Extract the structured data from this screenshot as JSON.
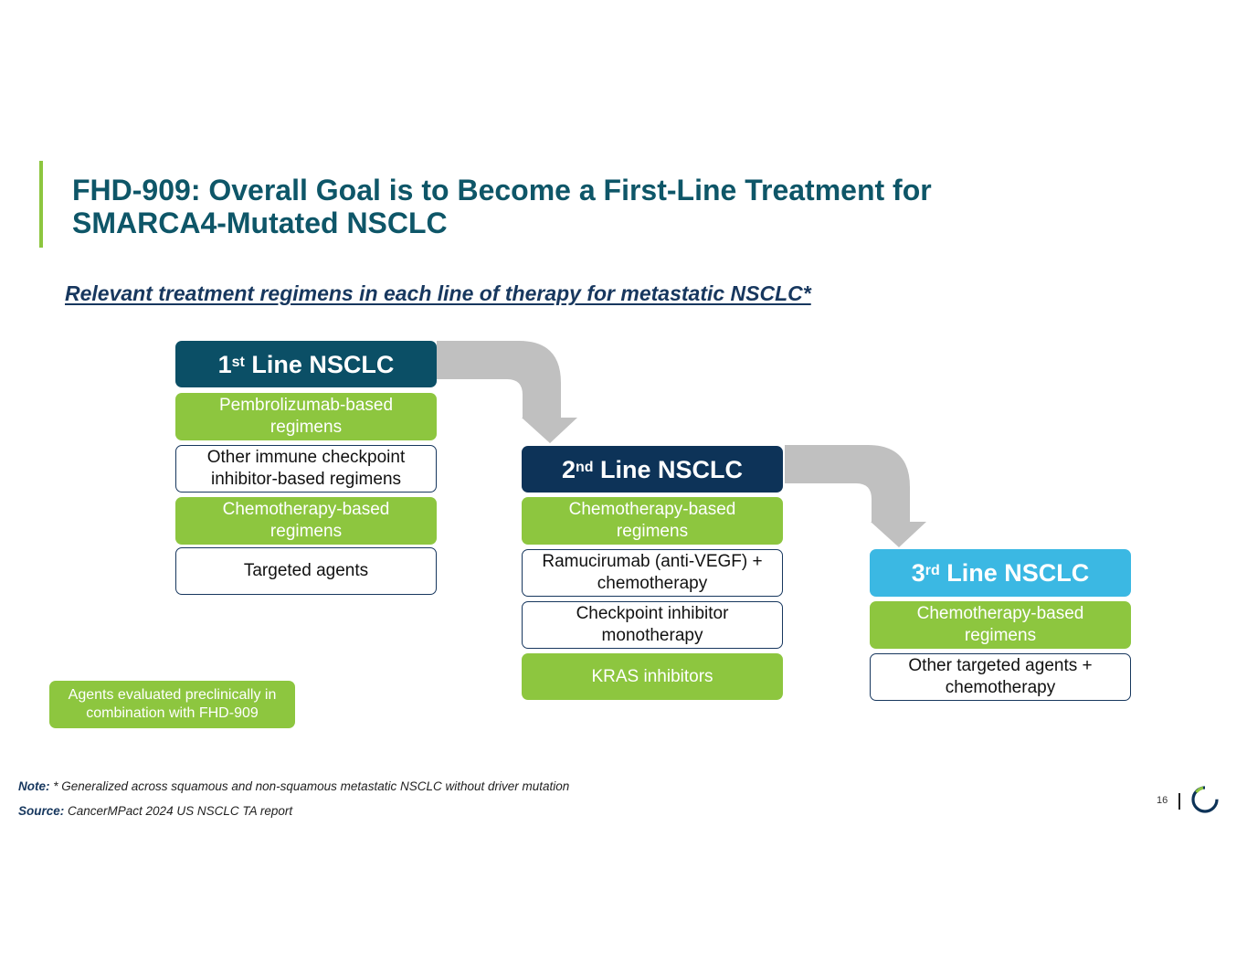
{
  "slide": {
    "title": "FHD-909: Overall Goal is to Become a First-Line Treatment for SMARCA4-Mutated NSCLC",
    "subtitle": "Relevant treatment regimens in each line of therapy for metastatic NSCLC*",
    "page_number": "16"
  },
  "lines": [
    {
      "ordinal": "1",
      "suffix": "st",
      "label": " Line NSCLC",
      "items": [
        {
          "text": "Pembrolizumab-based regimens",
          "style": "green"
        },
        {
          "text": "Other immune checkpoint inhibitor-based regimens",
          "style": "outline"
        },
        {
          "text": "Chemotherapy-based regimens",
          "style": "green"
        },
        {
          "text": "Targeted agents",
          "style": "outline"
        }
      ]
    },
    {
      "ordinal": "2",
      "suffix": "nd",
      "label": " Line NSCLC",
      "items": [
        {
          "text": "Chemotherapy-based regimens",
          "style": "green"
        },
        {
          "text": "Ramucirumab (anti-VEGF) + chemotherapy",
          "style": "outline"
        },
        {
          "text": "Checkpoint inhibitor monotherapy",
          "style": "outline"
        },
        {
          "text": "KRAS inhibitors",
          "style": "green"
        }
      ]
    },
    {
      "ordinal": "3",
      "suffix": "rd",
      "label": " Line NSCLC",
      "items": [
        {
          "text": "Chemotherapy-based regimens",
          "style": "green"
        },
        {
          "text": "Other targeted agents + chemotherapy",
          "style": "outline"
        }
      ]
    }
  ],
  "legend": {
    "green_meaning": "Agents evaluated preclinically in combination with FHD-909"
  },
  "footnotes": {
    "note_label": "Note:",
    "note_text": " * Generalized across squamous and non-squamous metastatic NSCLC without driver mutation",
    "source_label": "Source:",
    "source_text": " CancerMPact 2024 US NSCLC TA report"
  },
  "colors": {
    "title": "#0e5668",
    "accent_green": "#8dc63f",
    "line1_header": "#0b4f66",
    "line2_header": "#0d3358",
    "line3_header": "#3bb8e3",
    "arrow_gray": "#c0c0c0",
    "outline": "#17375e"
  }
}
